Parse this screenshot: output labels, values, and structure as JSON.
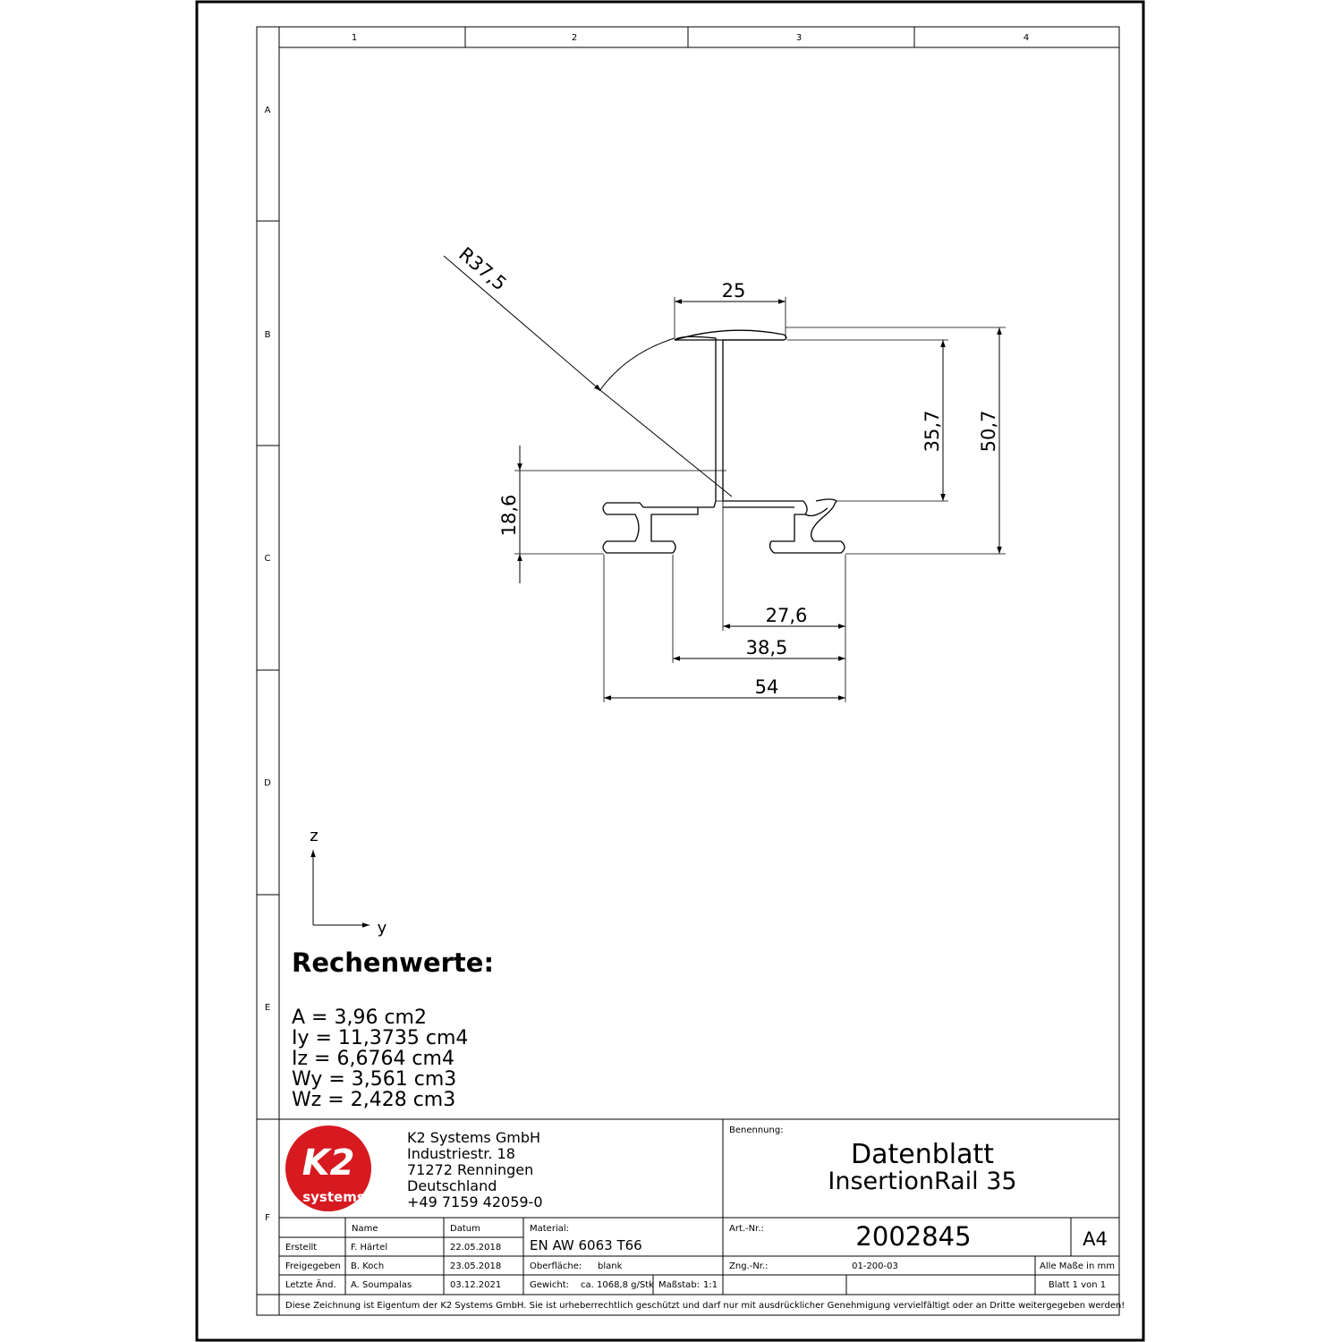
{
  "grid": {
    "columns": [
      "1",
      "2",
      "3",
      "4"
    ],
    "rows": [
      "A",
      "B",
      "C",
      "D",
      "E",
      "F"
    ]
  },
  "dimensions": {
    "radius": "R37,5",
    "top_width": "25",
    "height_upper": "35,7",
    "height_total": "50,7",
    "height_lower": "18,6",
    "w1": "27,6",
    "w2": "38,5",
    "w3": "54"
  },
  "axes": {
    "z": "z",
    "y": "y"
  },
  "calc": {
    "title": "Rechenwerte:",
    "lines": [
      "A = 3,96 cm2",
      "Iy = 11,3735 cm4",
      "Iz = 6,6764 cm4",
      "Wy = 3,561 cm3",
      "Wz = 2,428 cm3"
    ]
  },
  "company": {
    "logo_top": "K2",
    "logo_bottom": "systems",
    "lines": [
      "K2 Systems GmbH",
      "Industriestr. 18",
      "71272 Renningen",
      "Deutschland",
      "+49 7159 42059-0"
    ]
  },
  "title_block": {
    "benennung_label": "Benennung:",
    "title1": "Datenblatt",
    "title2": "InsertionRail 35",
    "col_name": "Name",
    "col_datum": "Datum",
    "material_label": "Material:",
    "material": "EN AW 6063 T66",
    "art_label": "Art.-Nr.:",
    "art_nr": "2002845",
    "format": "A4",
    "rows": [
      {
        "role": "Erstellt",
        "name": "F. Härtel",
        "date": "22.05.2018"
      },
      {
        "role": "Freigegeben",
        "name": "B. Koch",
        "date": "23.05.2018"
      },
      {
        "role": "Letzte Änd.",
        "name": "A. Soumpalas",
        "date": "03.12.2021"
      }
    ],
    "surface_label": "Oberfläche:",
    "surface": "blank",
    "zng_label": "Zng.-Nr.:",
    "zng_nr": "01-200-03",
    "units": "Alle Maße in mm",
    "weight_label": "Gewicht:",
    "weight": "ca. 1068,8 g/Stk",
    "scale_label": "Maßstab:",
    "scale": "1:1",
    "sheet": "Blatt 1 von 1",
    "disclaimer": "Diese Zeichnung ist Eigentum der K2 Systems GmbH. Sie ist urheberrechtlich geschützt und darf nur mit ausdrücklicher Genehmigung vervielfältigt oder an Dritte weitergegeben werden!"
  }
}
